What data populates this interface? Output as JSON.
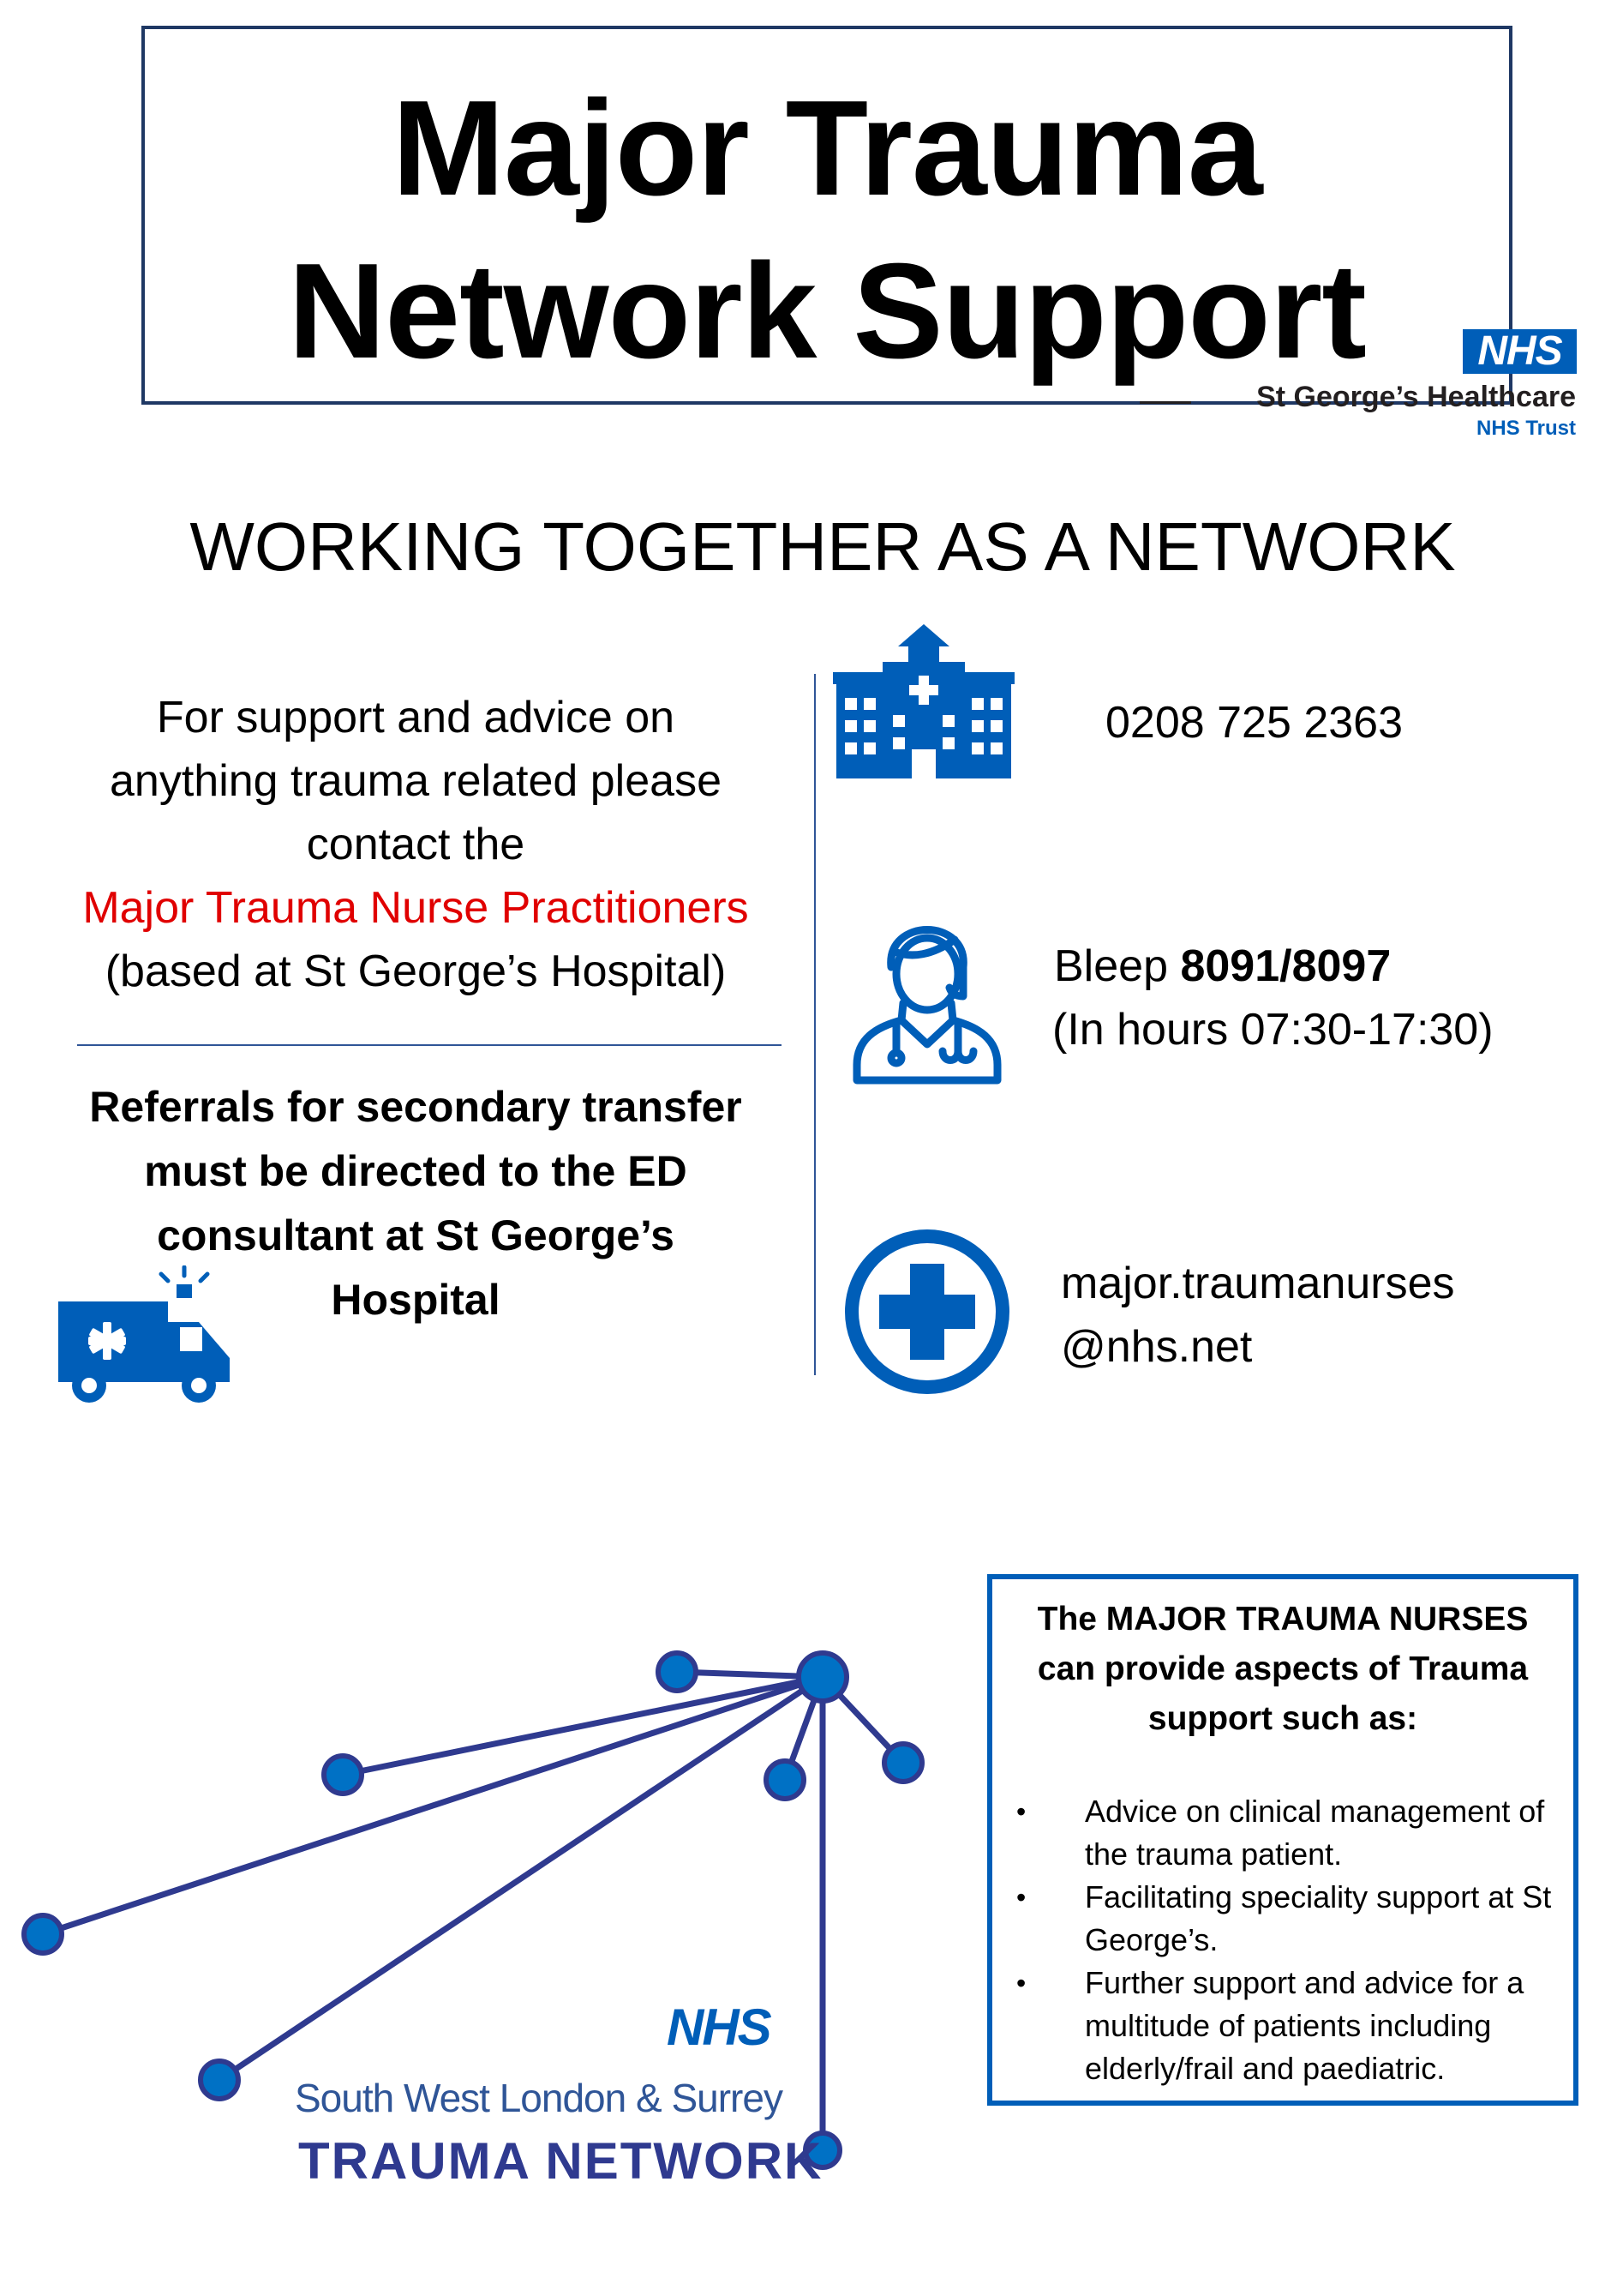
{
  "header": {
    "title_line1": "Major Trauma",
    "title_line2": "Network Support",
    "nhs_logo": "NHS",
    "org_name": "St George’s Healthcare",
    "org_trust": "NHS Trust"
  },
  "headline": "WORKING TOGETHER AS A NETWORK",
  "intro": {
    "line1": "For support and advice on",
    "line2": "anything trauma related please",
    "line3": "contact the",
    "highlight": "Major Trauma Nurse Practitioners",
    "line5": "(based at St George’s Hospital)"
  },
  "referral": {
    "line1": "Referrals for secondary transfer",
    "line2": "must be directed to the ED",
    "line3": "consultant at St George’s",
    "line4": "Hospital"
  },
  "contacts": {
    "phone": "0208 725 2363",
    "bleep_label": "Bleep ",
    "bleep_number": "8091/8097",
    "bleep_hours": "(In hours 07:30-17:30)",
    "email_line1": "major.traumanurses",
    "email_line2": "@nhs.net"
  },
  "icons": {
    "hospital": "hospital-building-icon",
    "nurse": "nurse-icon",
    "medical_cross": "medical-cross-icon",
    "ambulance": "ambulance-icon"
  },
  "info_box": {
    "heading_line1": "The MAJOR TRAUMA NURSES",
    "heading_line2": "can provide aspects of Trauma",
    "heading_line3": "support such as:",
    "items": [
      "Advice on clinical management of the trauma patient.",
      "Facilitating speciality support at St George’s.",
      "Further support and advice for a multitude of patients including elderly/frail and paediatric."
    ]
  },
  "network_logo": {
    "nhs": "NHS",
    "subtitle": "South West London & Surrey",
    "title": "TRAUMA NETWORK"
  },
  "colors": {
    "nhs_blue": "#005eb8",
    "network_line": "#2f3a8f",
    "highlight_red": "#e00000",
    "border_navy": "#1f3864"
  }
}
